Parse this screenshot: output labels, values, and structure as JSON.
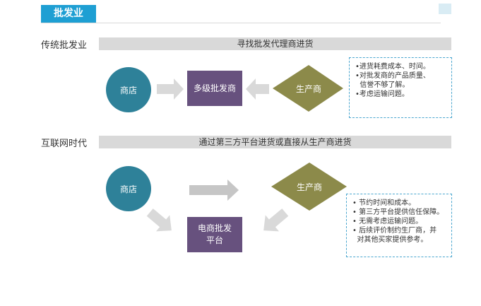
{
  "header": {
    "title": "批发业"
  },
  "traditional": {
    "label": "传统批发业",
    "banner": "寻找批发代理商进货",
    "store": "商店",
    "wholesaler": "多级批发商",
    "producer": "生产商",
    "notes": [
      "•进货耗费成本、时间。",
      "•对批发商的产品质量、",
      "  信誉不够了解。",
      "•考虑运输问题。"
    ]
  },
  "internet": {
    "label": "互联网时代",
    "banner": "通过第三方平台进货或直接从生产商进货",
    "store": "商店",
    "platform_line1": "电商批发",
    "platform_line2": "平台",
    "producer": "生产商",
    "notes": [
      "• 节约时间和成本。",
      "• 第三方平台提供信任保障。",
      "• 无需考虑运输问题。",
      "• 后续评价制约生厂商，并",
      "  对其他买家提供参考。"
    ]
  },
  "colors": {
    "title_tab": "#1e9fd3",
    "store_circle": "#2e8199",
    "wholesaler_box": "#67517e",
    "producer_diamond": "#8c8a4a",
    "arrow": "#d9d9d9",
    "arrow_dark": "#c6c6c6",
    "notes_border": "#4aa6cf"
  }
}
